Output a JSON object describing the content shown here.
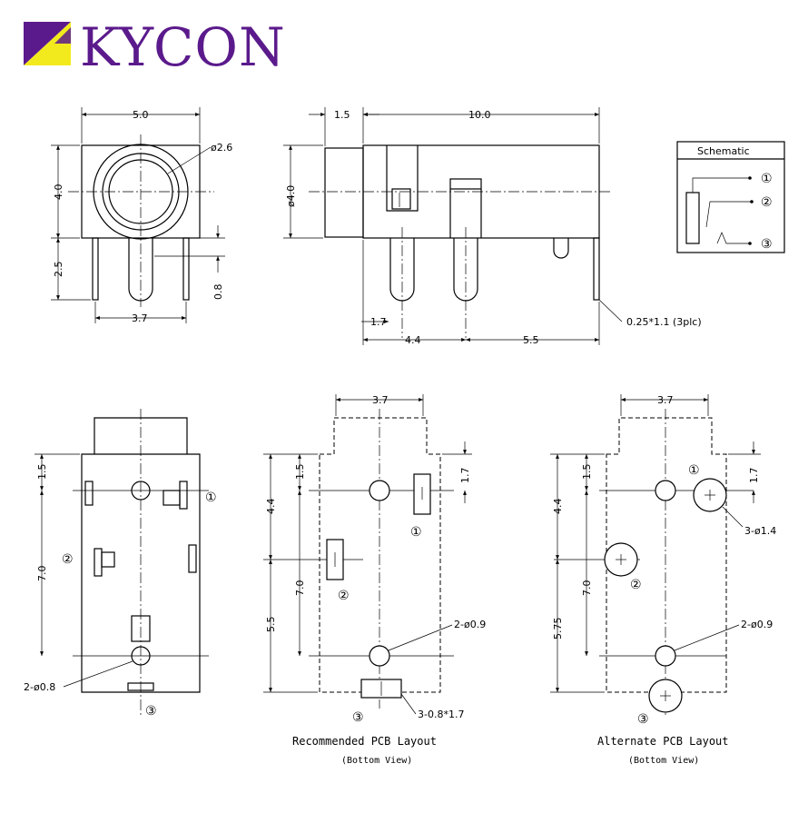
{
  "brand": {
    "name": "KYCON",
    "logo_colors": {
      "purple": "#5b1a8c",
      "yellow": "#f2ea1c"
    }
  },
  "front_view": {
    "width": "5.0",
    "height": "4.0",
    "hole": "ø2.6",
    "pin_drop": "2.5",
    "pin_offset": "0.8",
    "pin_pitch": "3.7"
  },
  "side_view": {
    "front_len": "1.5",
    "body_len": "10.0",
    "diameter": "ø4.0",
    "d1": "1.7",
    "d2": "4.4",
    "d3": "5.5",
    "pin_note": "0.25*1.1 (3plc)"
  },
  "schematic": {
    "title": "Schematic",
    "pins": [
      "①",
      "②",
      "③"
    ]
  },
  "bottom_view": {
    "top_dim": "1.5",
    "mid_dim": "7.0",
    "hole_note": "2-ø0.8",
    "labels": [
      "①",
      "②",
      "③"
    ]
  },
  "recommended_layout": {
    "width": "3.7",
    "left_top": "4.4",
    "left_bottom": "5.5",
    "inner_top": "1.5",
    "inner_mid": "7.0",
    "right_top": "1.7",
    "hole_note": "2-ø0.9",
    "pad_note": "3-0.8*1.7",
    "caption": "Recommended PCB Layout",
    "sub": "(Bottom View)",
    "labels": [
      "①",
      "②",
      "③"
    ]
  },
  "alternate_layout": {
    "width": "3.7",
    "left_top": "4.4",
    "left_bottom": "5.75",
    "inner_top": "1.5",
    "inner_mid": "7.0",
    "right_top": "1.7",
    "big_hole_note": "3-ø1.4",
    "hole_note": "2-ø0.9",
    "caption": "Alternate PCB Layout",
    "sub": "(Bottom View)",
    "labels": [
      "①",
      "②",
      "③"
    ]
  }
}
